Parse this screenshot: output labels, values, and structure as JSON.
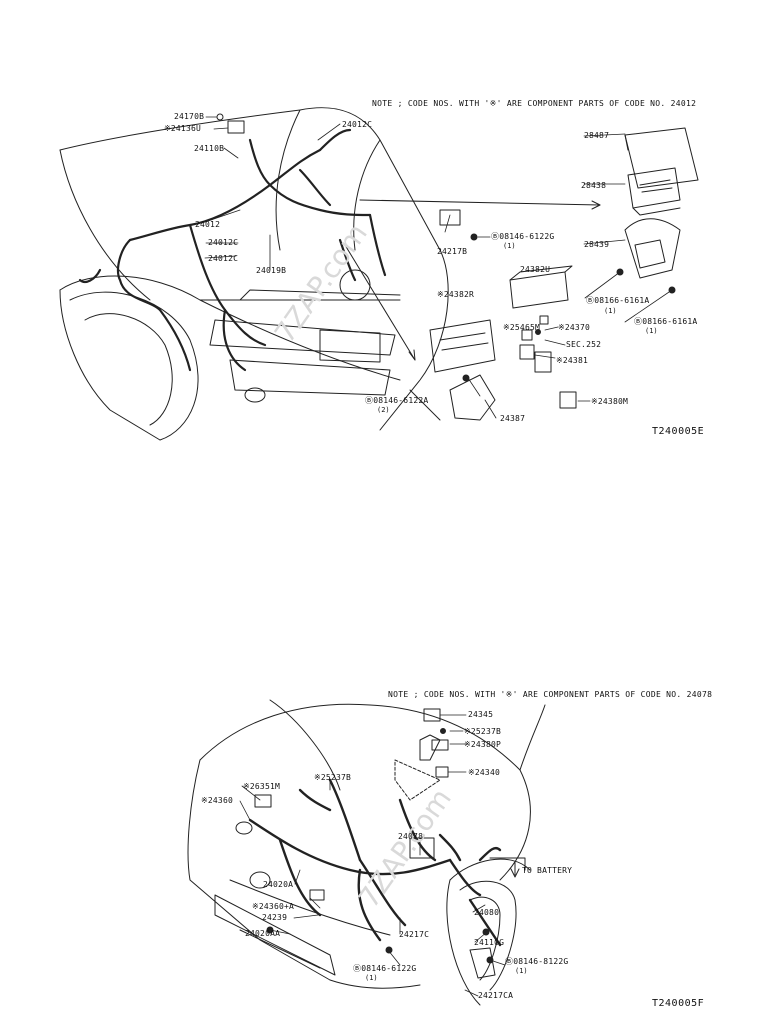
{
  "diagram_top": {
    "note": "NOTE ; CODE NOS. WITH '※' ARE COMPONENT PARTS OF CODE NO. 24012",
    "figure_id": "T240005E",
    "watermark": "7ZAP.com",
    "callouts": {
      "c24170B": "24170B",
      "c24136U": "※24136U",
      "c24110B": "24110B",
      "c24012C_top": "24012C",
      "c24012": "24012",
      "c24012C_a": "24012C",
      "c24012C_b": "24012C",
      "c24019B": "24019B",
      "c24217B": "24217B",
      "c08146_6122G": "Ⓑ08146-6122G",
      "c08146_6122G_qty": "(1)",
      "c28487": "28487",
      "c28438": "28438",
      "c28439": "28439",
      "c08166_6161A_a": "Ⓑ08166-6161A",
      "c08166_6161A_a_qty": "(1)",
      "c08166_6161A_b": "Ⓑ08166-6161A",
      "c08166_6161A_b_qty": "(1)",
      "c24382U": "24382U",
      "c24382R": "※24382R",
      "c25465M": "※25465M",
      "c24370": "※24370",
      "cSEC252": "SEC.252",
      "c24381": "※24381",
      "c24380M": "※24380M",
      "c08146_6122A": "Ⓑ08146-6122A",
      "c08146_6122A_qty": "(2)",
      "c24387": "24387"
    }
  },
  "diagram_bottom": {
    "note": "NOTE ; CODE NOS. WITH '※' ARE COMPONENT PARTS OF CODE NO. 24078",
    "figure_id": "T240005F",
    "watermark": "7ZAP.com",
    "callouts": {
      "c24345": "24345",
      "c25237B_a": "※25237B",
      "c24380P": "※24380P",
      "c24340": "※24340",
      "c26351M": "※26351M",
      "c25237B_b": "※25237B",
      "c24360": "※24360",
      "c24078": "24078",
      "c_to_battery": "TO BATTERY",
      "c24020A": "24020A",
      "c24360A": "※24360+A",
      "c24239": "24239",
      "c24020AA": "24020AA",
      "c24217C": "24217C",
      "c24080": "24080",
      "c24110G": "24110G",
      "c08146_6122G_b": "Ⓑ08146-6122G",
      "c08146_6122G_b_qty": "(1)",
      "c08146_8122G": "Ⓑ08146-8122G",
      "c08146_8122G_qty": "(1)",
      "c24217CA": "24217CA"
    }
  }
}
